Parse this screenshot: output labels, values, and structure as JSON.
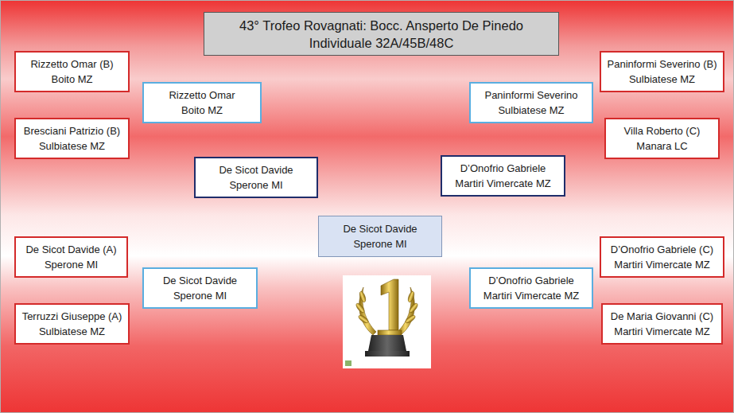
{
  "diagram": {
    "title": "43° Trofeo  Rovagnati: Bocc. Ansperto De Pinedo Individuale  32A/45B/48C",
    "nodes": [
      {
        "text": [
          "Rizzetto Omar (B)",
          "Boito MZ"
        ]
      },
      {
        "text": [
          "Bresciani Patrizio (B)",
          "Sulbiatese MZ"
        ]
      },
      {
        "text": [
          "De Sicot Davide (A)",
          "Sperone MI"
        ]
      },
      {
        "text": [
          "Terruzzi Giuseppe (A)",
          "Sulbiatese MZ"
        ]
      },
      {
        "text": [
          "Rizzetto Omar",
          "Boito MZ"
        ]
      },
      {
        "text": [
          "De Sicot Davide",
          "Sperone MI"
        ]
      },
      {
        "text": [
          "De Sicot Davide",
          "Sperone MI"
        ]
      },
      {
        "text": [
          "De Sicot Davide",
          "Sperone MI"
        ]
      },
      {
        "text": [
          "D’Onofrio Gabriele",
          "Martiri Vimercate MZ"
        ]
      },
      {
        "text": [
          "Paninformi Severino",
          "Sulbiatese MZ"
        ]
      },
      {
        "text": [
          "D’Onofrio Gabriele",
          "Martiri Vimercate MZ"
        ]
      },
      {
        "text": [
          "Paninformi Severino (B)",
          "Sulbiatese MZ"
        ]
      },
      {
        "text": [
          "Villa Roberto (C)",
          "Manara LC"
        ]
      },
      {
        "text": [
          "D’Onofrio Gabriele (C)",
          "Martiri Vimercate MZ"
        ]
      },
      {
        "text": [
          "De Maria Giovanni (C)",
          "Martiri Vimercate MZ"
        ]
      }
    ]
  }
}
